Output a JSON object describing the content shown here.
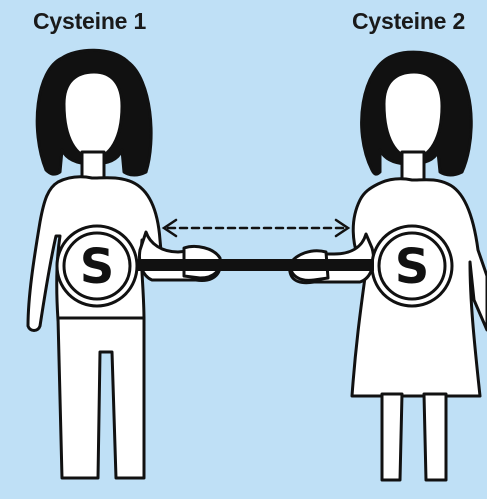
{
  "labels": {
    "left": "Cysteine 1",
    "right": "Cysteine 2"
  },
  "atoms": {
    "left": "S",
    "right": "S"
  },
  "colors": {
    "background": "#bfe0f6",
    "ink": "#111111",
    "figure_fill": "#ffffff"
  },
  "icons": [
    "person-icon",
    "dress-person-icon",
    "double-arrow-icon",
    "bond-bar-icon"
  ]
}
